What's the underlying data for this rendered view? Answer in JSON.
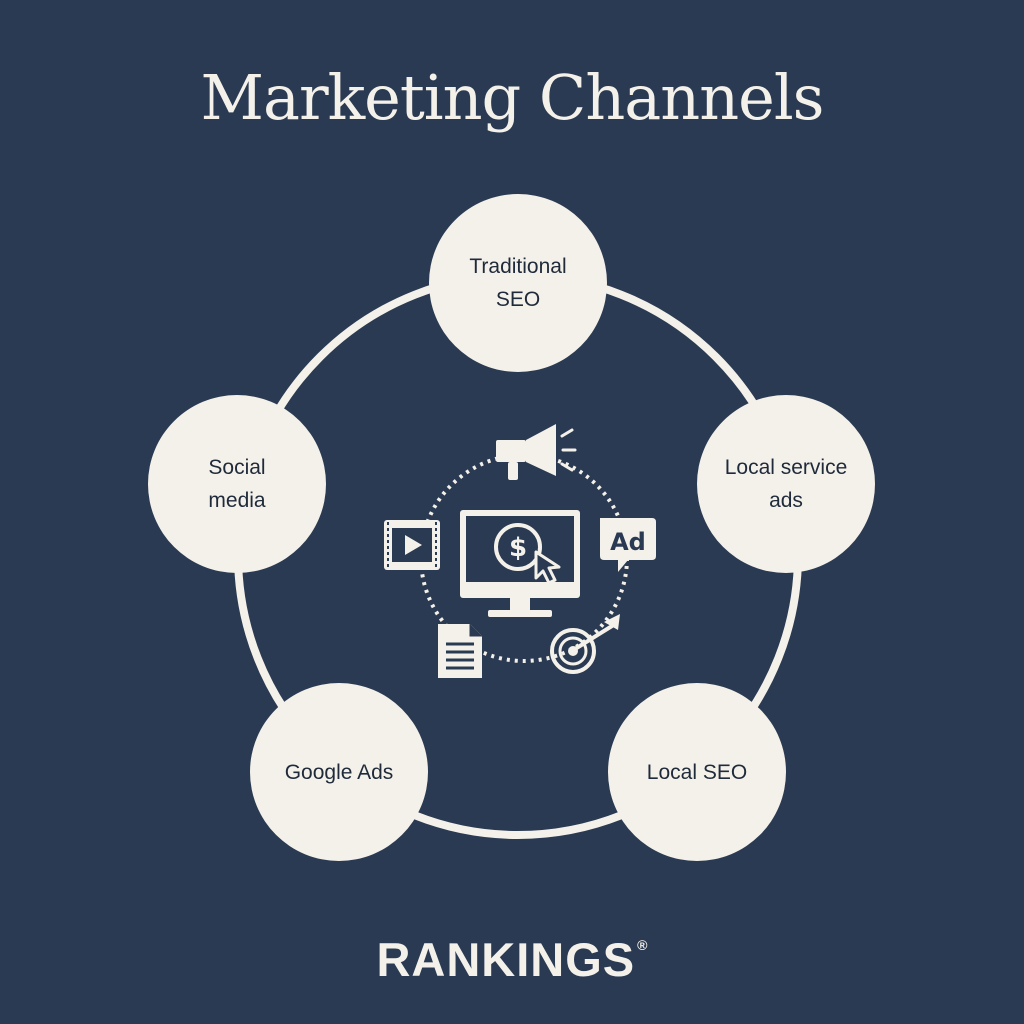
{
  "title": "Marketing Channels",
  "channels": [
    {
      "id": "traditional-seo",
      "label": "Traditional\nSEO"
    },
    {
      "id": "local-service-ads",
      "label": "Local service\nads"
    },
    {
      "id": "local-seo",
      "label": "Local SEO"
    },
    {
      "id": "google-ads",
      "label": "Google Ads"
    },
    {
      "id": "social-media",
      "label": "Social\nmedia"
    }
  ],
  "center_icons": [
    "megaphone-icon",
    "ad-badge-icon",
    "target-icon",
    "document-icon",
    "video-player-icon",
    "monitor-dollar-icon",
    "cursor-icon"
  ],
  "brand": {
    "name": "RANKINGS",
    "mark": "®"
  },
  "colors": {
    "background": "#2a3a52",
    "node_fill": "#f4f1ea",
    "ring": "#f4f1ea",
    "text_dark": "#1f2a3a"
  }
}
